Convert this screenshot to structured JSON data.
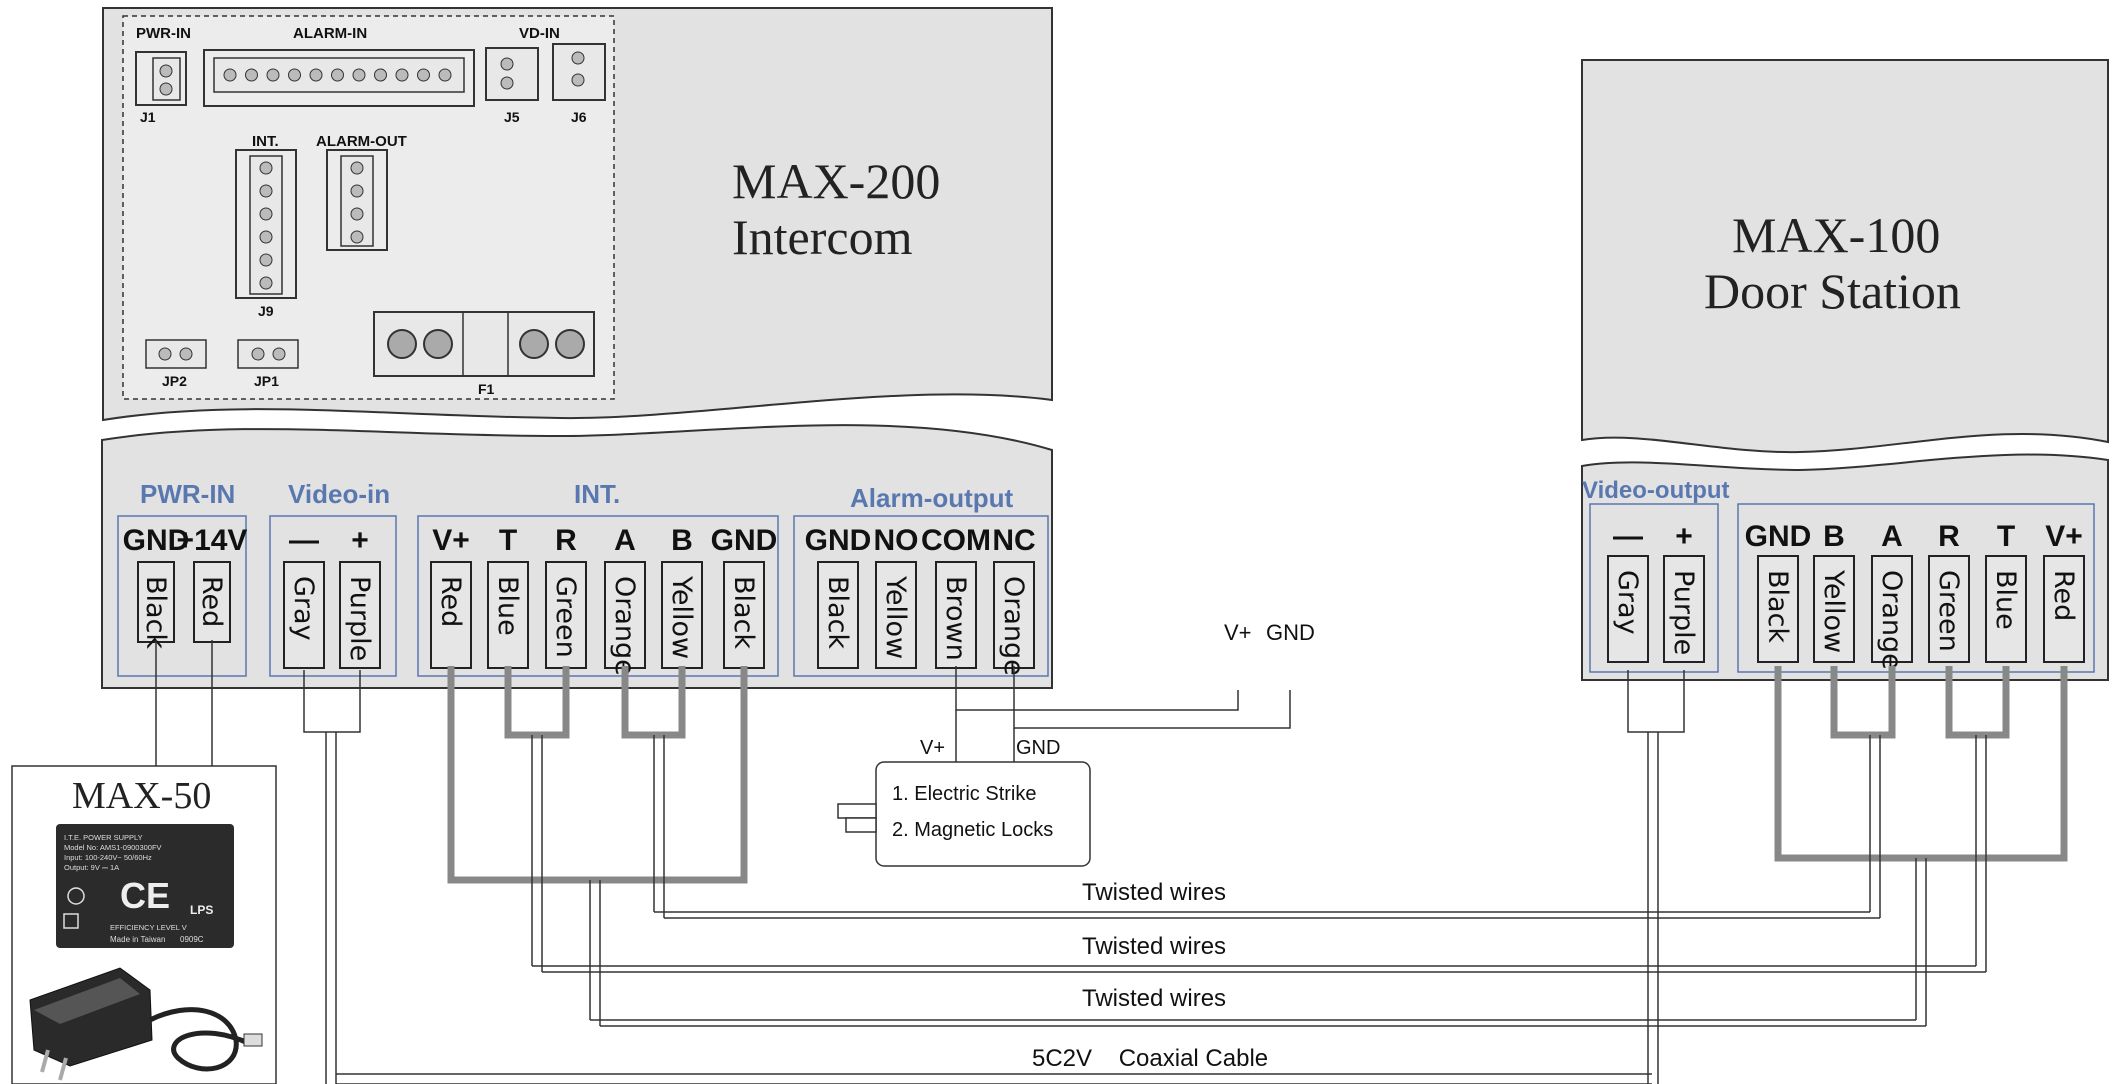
{
  "max200": {
    "title_line1": "MAX-200",
    "title_line2": "Intercom",
    "board": {
      "pwr_in": "PWR-IN",
      "alarm_in": "ALARM-IN",
      "vd_in": "VD-IN",
      "j1": "J1",
      "j5": "J5",
      "j6": "J6",
      "int": "INT.",
      "alarm_out": "ALARM-OUT",
      "j9": "J9",
      "jp2": "JP2",
      "jp1": "JP1",
      "f1": "F1"
    },
    "sections": {
      "pwr_in": "PWR-IN",
      "video_in": "Video-in",
      "int": "INT.",
      "alarm_output": "Alarm-output"
    },
    "terminals": {
      "pwr": [
        {
          "label": "GND",
          "wire": "Black"
        },
        {
          "label": "+14V",
          "wire": "Red"
        }
      ],
      "video": [
        {
          "label": "—",
          "wire": "Gray"
        },
        {
          "label": "+",
          "wire": "Purple"
        }
      ],
      "int": [
        {
          "label": "V+",
          "wire": "Red"
        },
        {
          "label": "T",
          "wire": "Blue"
        },
        {
          "label": "R",
          "wire": "Green"
        },
        {
          "label": "A",
          "wire": "Orange"
        },
        {
          "label": "B",
          "wire": "Yellow"
        },
        {
          "label": "GND",
          "wire": "Black"
        }
      ],
      "alarm": [
        {
          "label": "GND",
          "wire": "Black"
        },
        {
          "label": "NO",
          "wire": "Yellow"
        },
        {
          "label": "COM",
          "wire": "Brown"
        },
        {
          "label": "NC",
          "wire": "Orange"
        }
      ]
    }
  },
  "max100": {
    "title_line1": "MAX-100",
    "title_line2": "Door Station",
    "sections": {
      "video_output": "Video-output"
    },
    "terminals": {
      "video": [
        {
          "label": "—",
          "wire": "Gray"
        },
        {
          "label": "+",
          "wire": "Purple"
        }
      ],
      "int": [
        {
          "label": "GND",
          "wire": "Black"
        },
        {
          "label": "B",
          "wire": "Yellow"
        },
        {
          "label": "A",
          "wire": "Orange"
        },
        {
          "label": "R",
          "wire": "Green"
        },
        {
          "label": "T",
          "wire": "Blue"
        },
        {
          "label": "V+",
          "wire": "Red"
        }
      ]
    }
  },
  "max50": {
    "title": "MAX-50",
    "label_lines": [
      "I.T.E. POWER SUPPLY",
      "Model No: AMS1-0900300FV",
      "Input: 100-240V~ 50/60Hz",
      "Output: 9V ⎓ 1A"
    ],
    "ce": "CE",
    "lps": "LPS",
    "efficiency": "EFFICIENCY LEVEL V",
    "made_in": "Made in Taiwan",
    "code": "0909C"
  },
  "lock": {
    "vplus": "V+",
    "gnd": "GND",
    "item1": "1. Electric Strike",
    "item2": "2. Magnetic Locks"
  },
  "power_terminal": {
    "vplus": "V+",
    "gnd": "GND"
  },
  "cables": {
    "twisted1": "Twisted wires",
    "twisted2": "Twisted wires",
    "twisted3": "Twisted wires",
    "coax": "5C2V    Coaxial Cable"
  }
}
